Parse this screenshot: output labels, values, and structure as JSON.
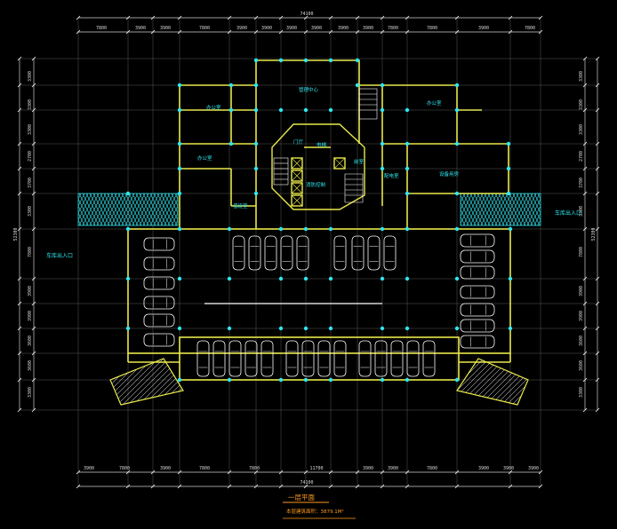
{
  "drawing": {
    "title": "一层平面",
    "subtitle": "本层建筑面积：3879.1M²",
    "overall_top": "74100",
    "overall_bottom": "74100",
    "overall_left": "52300",
    "overall_right": "52300"
  },
  "dims": {
    "top": [
      "7800",
      "3900",
      "3900",
      "7800",
      "3900",
      "3900",
      "3900",
      "3900",
      "3900",
      "3900",
      "7800",
      "3900",
      "7800"
    ],
    "bottom": [
      "3900",
      "7800",
      "3900",
      "7800",
      "11700",
      "3900",
      "3900",
      "7800",
      "3900",
      "3900"
    ],
    "left": [
      "3300",
      "3300",
      "3300",
      "2700",
      "3700",
      "3300",
      "7800",
      "3900",
      "3900",
      "3600",
      "3300"
    ],
    "right": [
      "3300",
      "3300",
      "3300",
      "2700",
      "3700",
      "3300",
      "7800",
      "3900",
      "3900",
      "3600",
      "3300"
    ]
  },
  "rooms": {
    "r1": "办公室",
    "r2": "管理中心",
    "r3": "办公室",
    "r4": "办公室",
    "r5": "值班室",
    "r6": "门厅",
    "r7": "电梯",
    "r8": "前室",
    "r9": "消防控制",
    "r10": "配电室",
    "r11": "设备用房"
  },
  "entrances": {
    "left": "车库出入口",
    "right": "车库出入口"
  },
  "colors": {
    "background": "#000000",
    "wall": "#e8e84a",
    "column": "#2fe6f0",
    "car": "#ffffff",
    "hatch": "#2fd8e0",
    "title": "#ff9a1a",
    "dimension": "#d8d8d8"
  }
}
